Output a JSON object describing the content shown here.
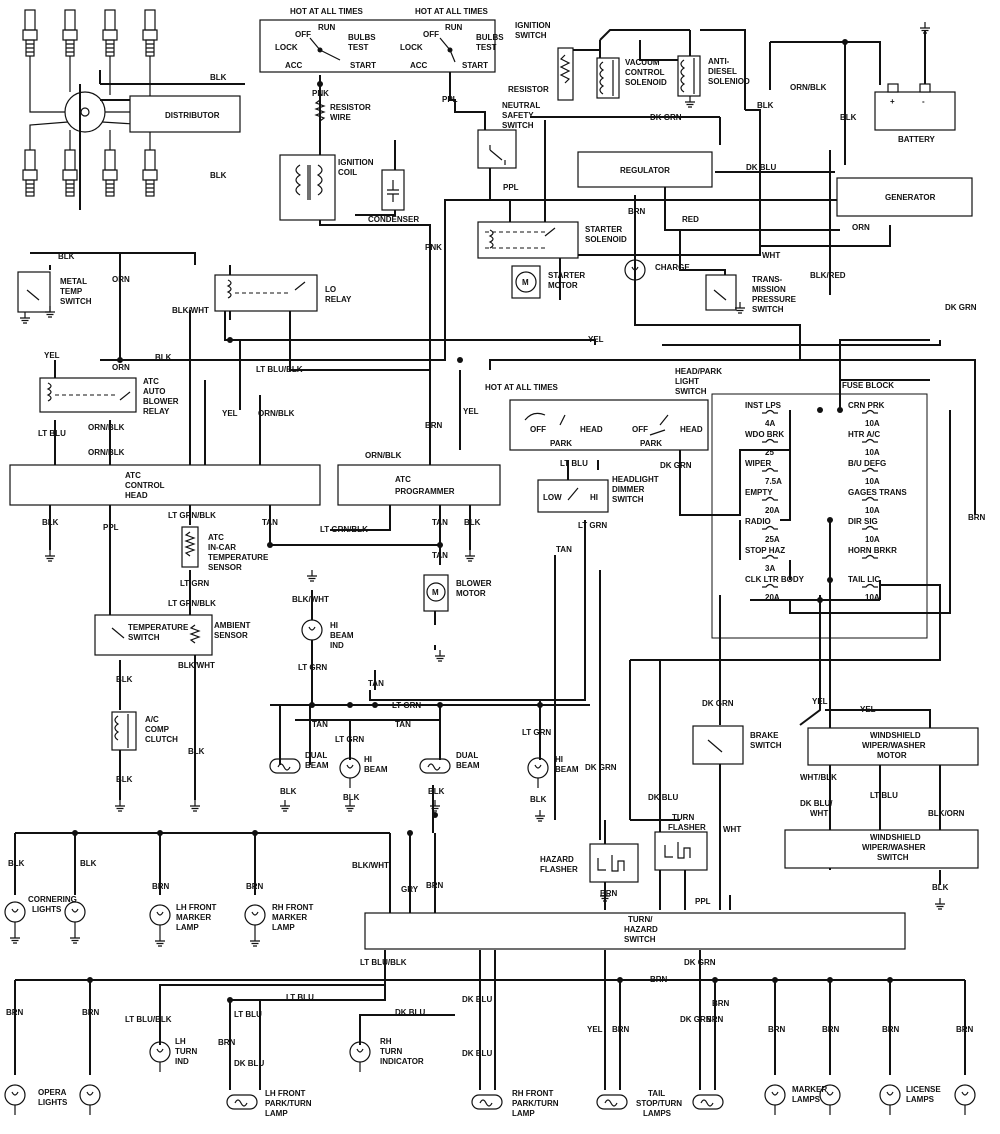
{
  "components": {
    "distributor": "DISTRIBUTOR",
    "ign_hot1": "HOT AT ALL TIMES",
    "ign_hot2": "HOT AT ALL TIMES",
    "ignition_switch": [
      "IGNITION",
      "SWITCH"
    ],
    "ign_pos": {
      "off": "OFF",
      "run": "RUN",
      "lock": "LOCK",
      "acc": "ACC",
      "start": "START",
      "bulbs": "BULBS",
      "test": "TEST"
    },
    "resistor": "RESISTOR",
    "resistor_wire": [
      "RESISTOR",
      "WIRE"
    ],
    "ignition_coil": [
      "IGNITION",
      "COIL"
    ],
    "condenser": "CONDENSER",
    "vacuum_solenoid": [
      "VACUUM",
      "CONTROL",
      "SOLENOID"
    ],
    "anti_diesel": [
      "ANTI-",
      "DIESEL",
      "SOLENIOD"
    ],
    "battery": "BATTERY",
    "neutral_switch": [
      "NEUTRAL",
      "SAFETY",
      "SWITCH"
    ],
    "regulator": "REGULATOR",
    "generator": "GENERATOR",
    "starter_solenoid": [
      "STARTER",
      "SOLENOID"
    ],
    "starter_motor": [
      "STARTER",
      "MOTOR"
    ],
    "charge": "CHARGE",
    "trans_switch": [
      "TRANS-",
      "MISSION",
      "PRESSURE",
      "SWITCH"
    ],
    "metal_temp": [
      "METAL",
      "TEMP",
      "SWITCH"
    ],
    "lo_relay": [
      "LO",
      "RELAY"
    ],
    "atc_relay": [
      "ATC",
      "AUTO",
      "BLOWER",
      "RELAY"
    ],
    "atc_head": [
      "ATC",
      "CONTROL",
      "HEAD"
    ],
    "atc_programmer": [
      "ATC",
      "PROGRAMMER"
    ],
    "incar_sensor": [
      "ATC",
      "IN-CAR",
      "TEMPERATURE",
      "SENSOR"
    ],
    "temp_switch": [
      "TEMPERATURE",
      "SWITCH"
    ],
    "ambient_sensor": [
      "AMBIENT",
      "SENSOR"
    ],
    "ac_clutch": [
      "A/C",
      "COMP",
      "CLUTCH"
    ],
    "blower_motor": [
      "BLOWER",
      "MOTOR"
    ],
    "hi_beam_ind": [
      "HI",
      "BEAM",
      "IND"
    ],
    "headlight_hot": "HOT AT ALL TIMES",
    "head_switch": [
      "HEAD/PARK",
      "LIGHT",
      "SWITCH"
    ],
    "head_pos": {
      "off1": "OFF",
      "park1": "PARK",
      "head1": "HEAD",
      "off2": "OFF",
      "park2": "PARK",
      "head2": "HEAD"
    },
    "dimmer": [
      "HEADLIGHT",
      "DIMMER",
      "SWITCH"
    ],
    "dimmer_pos": {
      "low": "LOW",
      "hi": "HI"
    },
    "dual_beam": [
      "DUAL",
      "BEAM"
    ],
    "hi_beam": [
      "HI",
      "BEAM"
    ],
    "fuse_block": "FUSE BLOCK",
    "fuses_left": [
      {
        "name": "INST LPS",
        "amp": "4A"
      },
      {
        "name": "WDO BRK",
        "amp": "25"
      },
      {
        "name": "WIPER",
        "amp": "7.5A"
      },
      {
        "name": "EMPTY",
        "amp": "20A"
      },
      {
        "name": "RADIO",
        "amp": "25A"
      },
      {
        "name": "STOP HAZ",
        "amp": "3A"
      },
      {
        "name": "CLK LTR BODY",
        "amp": "20A"
      }
    ],
    "fuses_right": [
      {
        "name": "CRN PRK",
        "amp": "10A"
      },
      {
        "name": "HTR A/C",
        "amp": "10A"
      },
      {
        "name": "B/U DEFG",
        "amp": "10A"
      },
      {
        "name": "GAGES TRANS",
        "amp": "10A"
      },
      {
        "name": "DIR SIG",
        "amp": "10A"
      },
      {
        "name": "HORN BRKR",
        "amp": ""
      },
      {
        "name": "TAIL LIC",
        "amp": "10A"
      }
    ],
    "brake_switch": [
      "BRAKE",
      "SWITCH"
    ],
    "wiper_motor": [
      "WINDSHIELD",
      "WIPER/WASHER",
      "MOTOR"
    ],
    "wiper_switch": [
      "WINDSHIELD",
      "WIPER/WASHER",
      "SWITCH"
    ],
    "turn_flasher": [
      "TURN",
      "FLASHER"
    ],
    "hazard_flasher": [
      "HAZARD",
      "FLASHER"
    ],
    "turn_hazard": [
      "TURN/",
      "HAZARD",
      "SWITCH"
    ],
    "cornering": [
      "CORNERING",
      "LIGHTS"
    ],
    "lh_marker": [
      "LH FRONT",
      "MARKER",
      "LAMP"
    ],
    "rh_marker": [
      "RH FRONT",
      "MARKER",
      "LAMP"
    ],
    "opera": [
      "OPERA",
      "LIGHTS"
    ],
    "lh_turn_ind": [
      "LH",
      "TURN",
      "IND"
    ],
    "lh_park": [
      "LH FRONT",
      "PARK/TURN",
      "LAMP"
    ],
    "rh_turn_ind": [
      "RH",
      "TURN",
      "INDICATOR"
    ],
    "rh_park": [
      "RH FRONT",
      "PARK/TURN",
      "LAMP"
    ],
    "tail": [
      "TAIL",
      "STOP/TURN",
      "LAMPS"
    ],
    "marker_lamps": [
      "MARKER",
      "LAMPS"
    ],
    "license_lamps": [
      "LICENSE",
      "LAMPS"
    ]
  },
  "wires": {
    "blk": "BLK",
    "pnk": "PNK",
    "ppl": "PPL",
    "dkgrn": "DK GRN",
    "orn_blk": "ORN/BLK",
    "dkblu": "DK BLU",
    "brn": "BRN",
    "red": "RED",
    "orn": "ORN",
    "wht": "WHT",
    "blk_red": "BLK/RED",
    "yel": "YEL",
    "blk_wht": "BLK/WHT",
    "ltblu_blk": "LT BLU/BLK",
    "ltblu": "LT BLU",
    "ltgrn_blk": "LT GRN/BLK",
    "ltgrn": "LT GRN",
    "tan": "TAN",
    "gry": "GRY",
    "wht_blk": "WHT/BLK",
    "dkblu_wht": [
      "DK BLU/",
      "WHT"
    ],
    "blk_orn": "BLK/ORN"
  }
}
